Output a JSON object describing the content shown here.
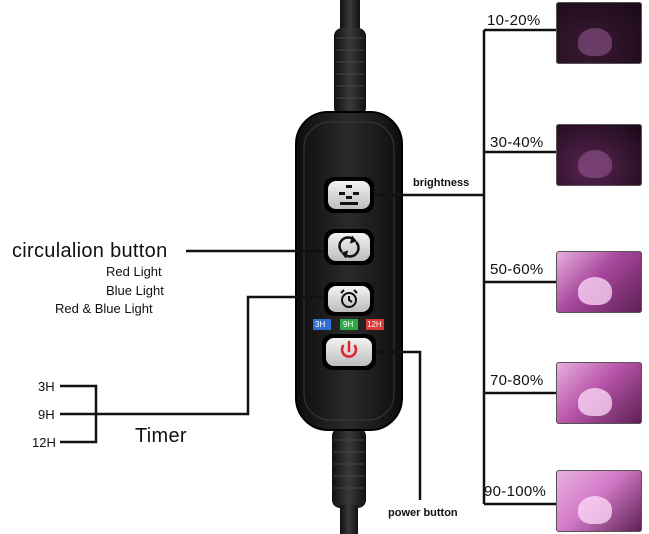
{
  "labels": {
    "circulation_button": "circulalion button",
    "red_light": "Red Light",
    "blue_light": "Blue Light",
    "red_blue_light": "Red & Blue Light",
    "timer": "Timer",
    "brightness": "brightness",
    "power_button": "power button"
  },
  "timer_options": [
    "3H",
    "9H",
    "12H"
  ],
  "led_indicators": [
    {
      "label": "3H",
      "color": "#2f6fd6"
    },
    {
      "label": "9H",
      "color": "#2fa84a"
    },
    {
      "label": "12H",
      "color": "#d83a3a"
    }
  ],
  "brightness_levels": [
    {
      "label": "10-20%",
      "tint": "#3a1a33"
    },
    {
      "label": "30-40%",
      "tint": "#5a2452"
    },
    {
      "label": "50-60%",
      "tint": "#a8479c"
    },
    {
      "label": "70-80%",
      "tint": "#b955aa"
    },
    {
      "label": "90-100%",
      "tint": "#d47ac8"
    }
  ],
  "colors": {
    "controller_body": "#1b1b1b",
    "power_icon": "#e0242e",
    "line": "#111111"
  }
}
